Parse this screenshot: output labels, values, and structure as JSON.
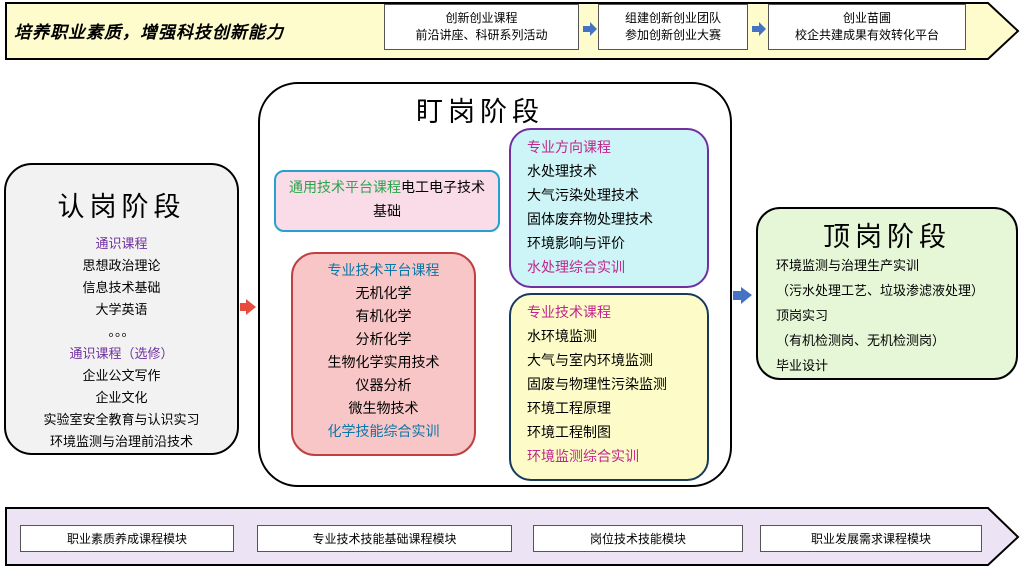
{
  "top": {
    "slogan": "培养职业素质，增强科技创新能力",
    "boxes": [
      {
        "line1": "创新创业课程",
        "line2": "前沿讲座、科研系列活动"
      },
      {
        "line1": "组建创新创业团队",
        "line2": "参加创新创业大赛"
      },
      {
        "line1": "创业苗圃",
        "line2": "校企共建成果有效转化平台"
      }
    ]
  },
  "stage1": {
    "title": "认岗阶段",
    "general_heading": "通识课程",
    "general_items": [
      "思想政治理论",
      "信息技术基础",
      "大学英语",
      "。。。"
    ],
    "elective_heading": "通识课程（选修）",
    "elective_items": [
      "企业公文写作",
      "企业文化",
      "实验室安全教育与认识实习",
      "环境监测与治理前沿技术"
    ]
  },
  "stage2": {
    "title": "盯岗阶段",
    "general_platform": {
      "heading": "通用技术平台课程",
      "text": "电工电子技术基础"
    },
    "platform": {
      "heading": "专业技术平台课程",
      "items": [
        "无机化学",
        "有机化学",
        "分析化学",
        "生物化学实用技术",
        "仪器分析",
        "微生物技术"
      ],
      "training": "化学技能综合实训"
    },
    "direction": {
      "heading": "专业方向课程",
      "items": [
        "水处理技术",
        "大气污染处理技术",
        "固体废弃物处理技术",
        "环境影响与评价"
      ],
      "training": "水处理综合实训"
    },
    "tech": {
      "heading": "专业技术课程",
      "items": [
        "水环境监测",
        "大气与室内环境监测",
        "固废与物理性污染监测",
        "环境工程原理",
        "环境工程制图"
      ],
      "training": "环境监测综合实训"
    }
  },
  "stage3": {
    "title": "顶岗阶段",
    "items": [
      "环境监测与治理生产实训",
      "（污水处理工艺、垃圾渗滤液处理）",
      "顶岗实习",
      "（有机检测岗、无机检测岗）",
      "毕业设计"
    ]
  },
  "bottom": {
    "modules": [
      "职业素质养成课程模块",
      "专业技术技能基础课程模块",
      "岗位技术技能模块",
      "职业发展需求课程模块"
    ]
  },
  "colors": {
    "banner_fill": "#fefccc",
    "arrow_blue": "#4472c4",
    "arrow_red": "#e84c3d",
    "bottom_fill": "#ece4f4"
  }
}
